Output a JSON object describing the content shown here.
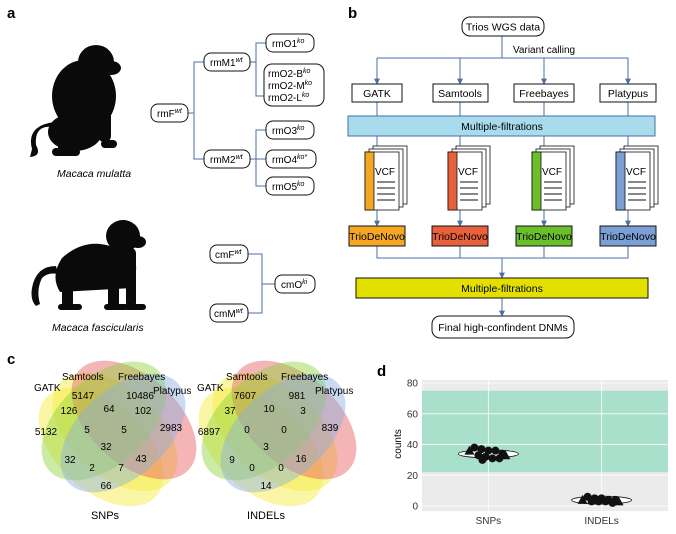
{
  "panels": {
    "a": "a",
    "b": "b",
    "c": "c",
    "d": "d"
  },
  "panel_a": {
    "rhesus": {
      "species": "Macaca mulatta",
      "founder": {
        "base": "rmF",
        "sup": "wt"
      },
      "males": [
        {
          "base": "rmM1",
          "sup": "wt"
        },
        {
          "base": "rmM2",
          "sup": "wt"
        }
      ],
      "m1_children": [
        {
          "base": "rmO1",
          "sup": "ko"
        }
      ],
      "m1_group": [
        {
          "base": "rmO2-B",
          "sup": "ko"
        },
        {
          "base": "rmO2-M",
          "sup": "ko"
        },
        {
          "base": "rmO2-L",
          "sup": "ko"
        }
      ],
      "m2_children": [
        {
          "base": "rmO3",
          "sup": "ko"
        },
        {
          "base": "rmO4",
          "sup": "ko*"
        },
        {
          "base": "rmO5",
          "sup": "ko"
        }
      ]
    },
    "cyno": {
      "species": "Macaca fascicularis",
      "parents": [
        {
          "base": "cmF",
          "sup": "wt"
        },
        {
          "base": "cmM",
          "sup": "wt"
        }
      ],
      "child": {
        "base": "cmO",
        "sup": "ki"
      }
    }
  },
  "panel_b": {
    "input": "Trios WGS data",
    "step_label": "Variant calling",
    "callers": [
      "GATK",
      "Samtools",
      "Freebayes",
      "Platypus"
    ],
    "filter1": "Multiple-filtrations",
    "vcf_label": "VCF",
    "tool": "TrioDeNovo",
    "filter2": "Multiple-filtrations",
    "output": "Final high-confindent DNMs",
    "colors": {
      "orange": "#f5a623",
      "red": "#e8603c",
      "green": "#6bbf2a",
      "blue": "#7b9fd4",
      "cyan": "#a8dcec",
      "yellow": "#e3e000"
    }
  },
  "panel_c": {
    "snp": {
      "title": "SNPs",
      "sets": [
        "GATK",
        "Samtools",
        "Freebayes",
        "Platypus"
      ],
      "regions": {
        "g": "5132",
        "s": "5147",
        "f": "10486",
        "p": "2983",
        "gs": "126",
        "sf": "64",
        "fp": "102",
        "gp": "66",
        "gsf": "5",
        "sfp": "5",
        "gsp": "7",
        "gfp": "2",
        "gf": "32",
        "sp": "43",
        "all": "32"
      }
    },
    "indel": {
      "title": "INDELs",
      "sets": [
        "GATK",
        "Samtools",
        "Freebayes",
        "Platypus"
      ],
      "regions": {
        "g": "6897",
        "s": "7607",
        "f": "981",
        "p": "839",
        "gs": "37",
        "sf": "10",
        "fp": "3",
        "gp": "14",
        "gsf": "0",
        "sfp": "0",
        "gsp": "0",
        "gfp": "0",
        "gf": "9",
        "sp": "16",
        "all": "3"
      }
    }
  },
  "chart_data": {
    "type": "scatter",
    "ylabel": "counts",
    "xlabel": "",
    "categories": [
      "SNPs",
      "INDELs"
    ],
    "ylim": [
      0,
      80
    ],
    "yticks": [
      0,
      20,
      40,
      60,
      80
    ],
    "band": [
      22,
      75
    ],
    "band_color": "#a8e0cc",
    "grid": true,
    "points": {
      "SNPs": {
        "circles": [
          38,
          37,
          36,
          36,
          34,
          33,
          32,
          31,
          31,
          30
        ],
        "triangles": [
          36,
          33
        ]
      },
      "INDELs": {
        "circles": [
          6,
          5,
          5,
          4,
          4,
          3,
          3,
          3,
          2
        ],
        "triangles": [
          4,
          3
        ]
      }
    }
  }
}
